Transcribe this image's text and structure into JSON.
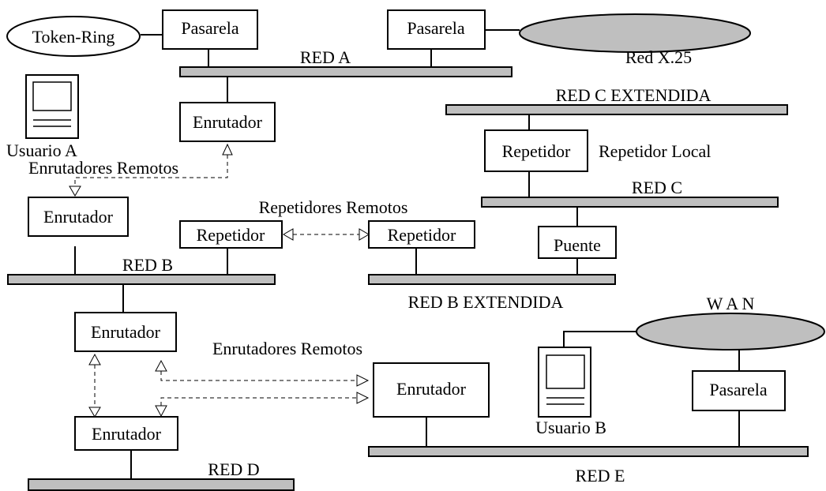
{
  "diagram": {
    "token_ring": "Token-Ring",
    "pasarela_1": "Pasarela",
    "pasarela_2": "Pasarela",
    "pasarela_3": "Pasarela",
    "red_x25": "Red X.25",
    "red_a": "RED A",
    "red_c_ext": "RED C  EXTENDIDA",
    "enrutador_a": "Enrutador",
    "usuario_a": "Usuario A",
    "enrutadores_remotos_1": "Enrutadores Remotos",
    "repetidor_local_box": "Repetidor",
    "repetidor_local_label": "Repetidor Local",
    "red_c": "RED  C",
    "enrutador_b": "Enrutador",
    "repetidores_remotos": "Repetidores Remotos",
    "repetidor_b": "Repetidor",
    "repetidor_bext": "Repetidor",
    "puente": "Puente",
    "red_b": "RED  B",
    "red_b_ext": "RED  B  EXTENDIDA",
    "wan": "W A N",
    "enrutador_mid": "Enrutador",
    "enrutadores_remotos_2": "Enrutadores Remotos",
    "enrutador_e": "Enrutador",
    "usuario_b": "Usuario  B",
    "enrutador_d": "Enrutador",
    "red_d": "RED D",
    "red_e": "RED E"
  }
}
